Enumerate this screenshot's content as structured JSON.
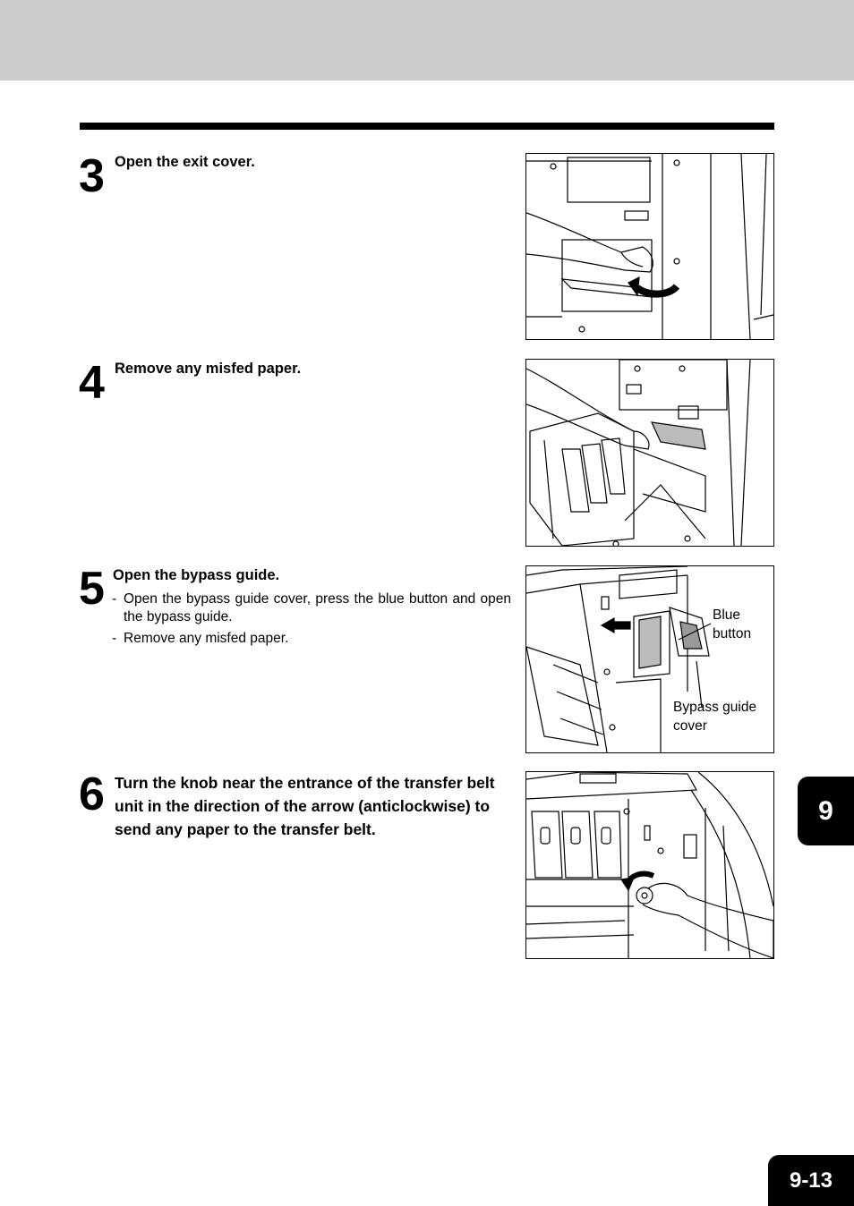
{
  "steps": [
    {
      "number": "3",
      "title": "Open the exit cover."
    },
    {
      "number": "4",
      "title": "Remove any misfed paper."
    },
    {
      "number": "5",
      "title": "Open the bypass guide.",
      "bullets": [
        {
          "dash": "-",
          "text": "Open the bypass guide cover, press the blue button and open the bypass guide."
        },
        {
          "dash": "-",
          "text": "Remove any misfed paper."
        }
      ],
      "callouts": {
        "blue_button": "Blue button",
        "bypass_guide_cover": "Bypass guide cover"
      }
    },
    {
      "number": "6",
      "title": "Turn the knob near the entrance of the transfer belt unit in the direction of the arrow (anticlockwise) to send any paper to the transfer belt."
    }
  ],
  "chapter_tab": "9",
  "page_number": "9-13"
}
